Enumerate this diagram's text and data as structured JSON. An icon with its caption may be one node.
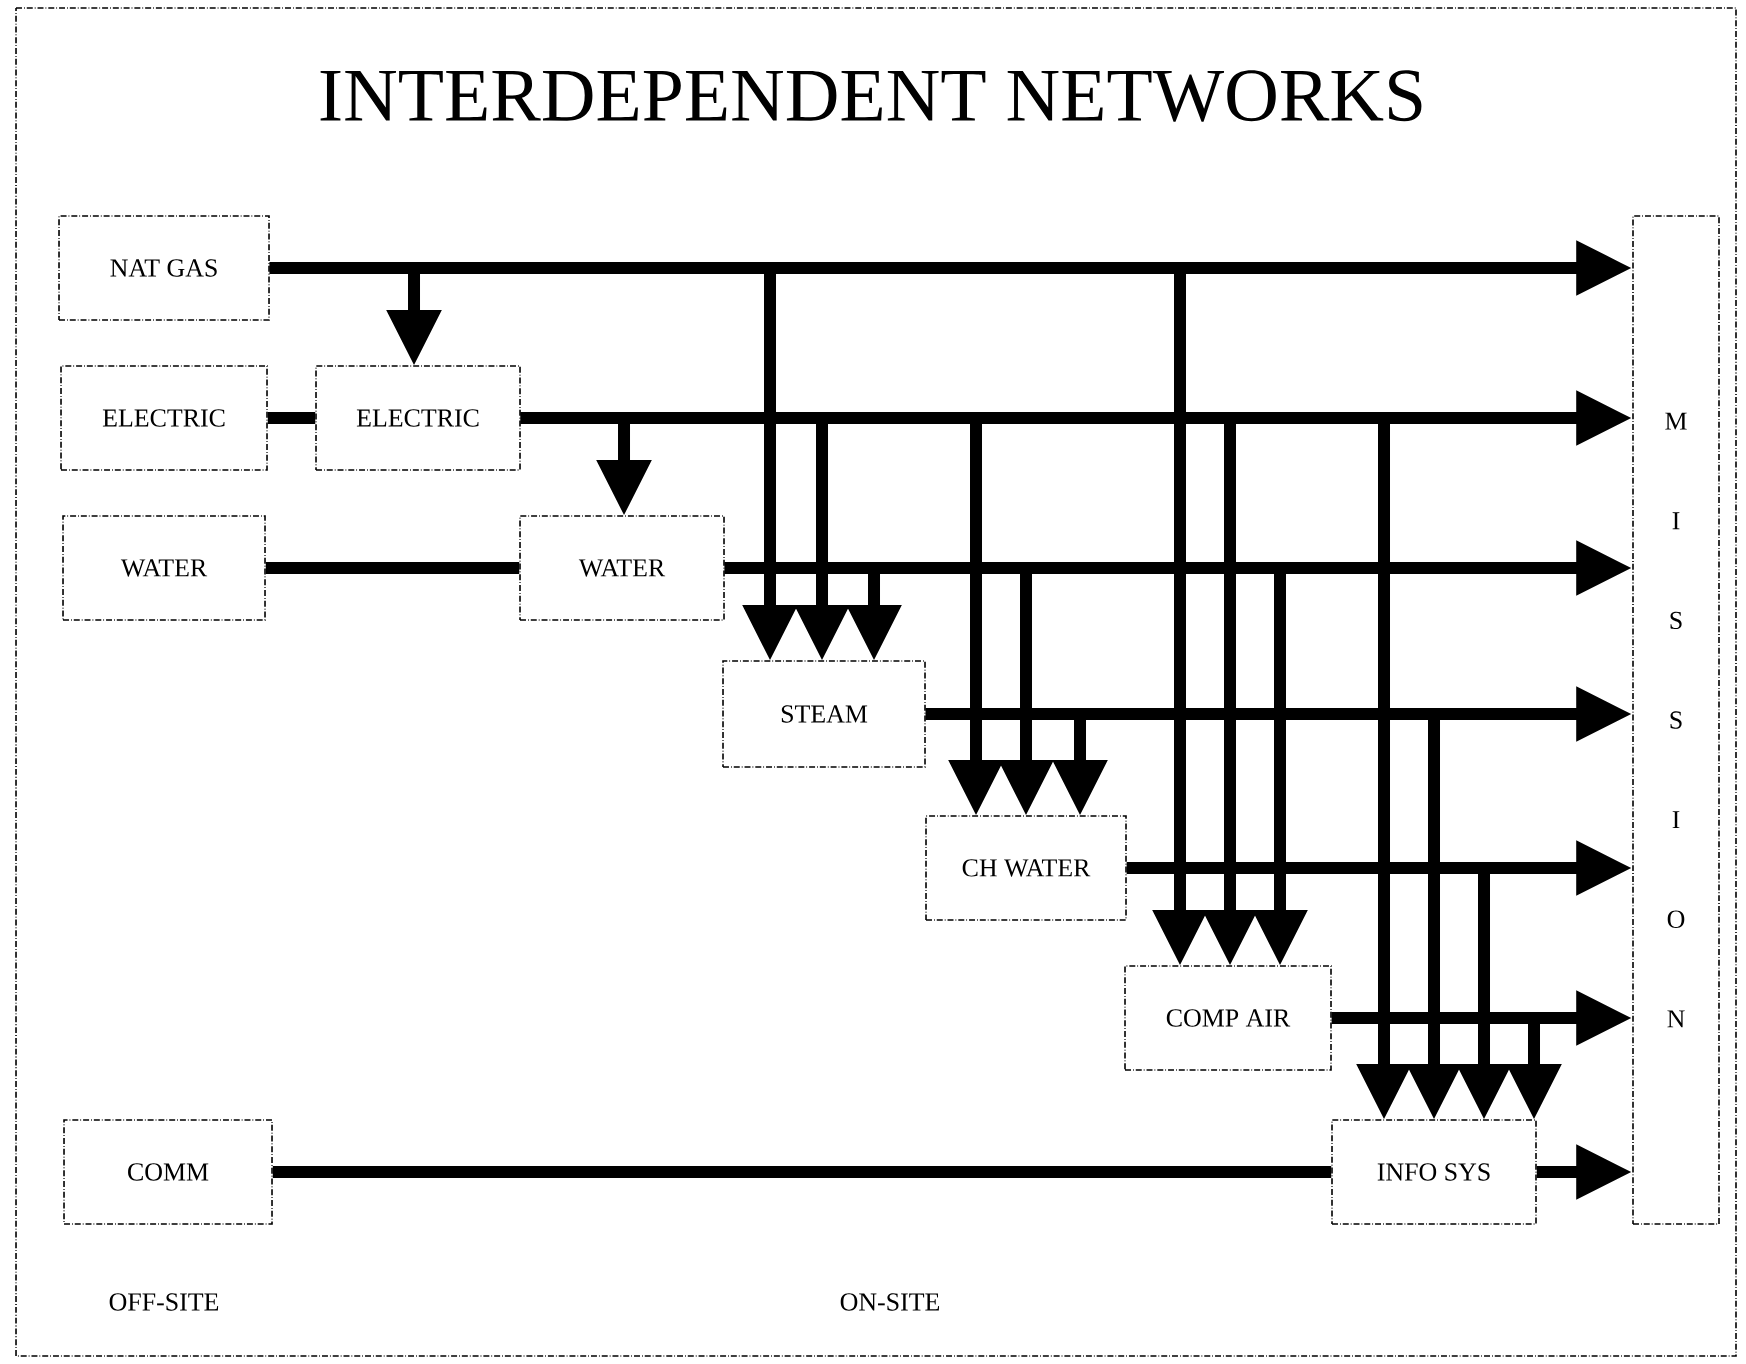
{
  "diagram": {
    "title": "INTERDEPENDENT NETWORKS",
    "nodes": [
      {
        "text": [
          "NAT GAS"
        ]
      },
      {
        "text": [
          "ELECTRIC"
        ]
      },
      {
        "text": [
          "ELECTRIC"
        ]
      },
      {
        "text": [
          "WATER"
        ]
      },
      {
        "text": [
          "WATER"
        ]
      },
      {
        "text": [
          "STEAM"
        ]
      },
      {
        "text": [
          "CH WATER"
        ]
      },
      {
        "text": [
          "COMP AIR"
        ]
      },
      {
        "text": [
          "COMM"
        ]
      },
      {
        "text": [
          "INFO SYS"
        ]
      },
      {
        "text": [
          "M I S S I O N"
        ]
      }
    ],
    "edges": [
      {
        "from": 0,
        "to": 10,
        "arrow": "to"
      },
      {
        "from": 0,
        "to": 2,
        "arrow": "to"
      },
      {
        "from": 0,
        "to": 5,
        "arrow": "to"
      },
      {
        "from": 0,
        "to": 7,
        "arrow": "to"
      },
      {
        "from": 1,
        "to": 2,
        "arrow": "none"
      },
      {
        "from": 2,
        "to": 10,
        "arrow": "to"
      },
      {
        "from": 2,
        "to": 4,
        "arrow": "to"
      },
      {
        "from": 2,
        "to": 5,
        "arrow": "to"
      },
      {
        "from": 2,
        "to": 6,
        "arrow": "to"
      },
      {
        "from": 2,
        "to": 7,
        "arrow": "to"
      },
      {
        "from": 2,
        "to": 9,
        "arrow": "to"
      },
      {
        "from": 3,
        "to": 4,
        "arrow": "none"
      },
      {
        "from": 4,
        "to": 10,
        "arrow": "to"
      },
      {
        "from": 4,
        "to": 5,
        "arrow": "to"
      },
      {
        "from": 4,
        "to": 6,
        "arrow": "to"
      },
      {
        "from": 4,
        "to": 7,
        "arrow": "to"
      },
      {
        "from": 5,
        "to": 10,
        "arrow": "to"
      },
      {
        "from": 5,
        "to": 6,
        "arrow": "to"
      },
      {
        "from": 5,
        "to": 9,
        "arrow": "to"
      },
      {
        "from": 6,
        "to": 10,
        "arrow": "to"
      },
      {
        "from": 6,
        "to": 9,
        "arrow": "to"
      },
      {
        "from": 7,
        "to": 10,
        "arrow": "to"
      },
      {
        "from": 7,
        "to": 9,
        "arrow": "to"
      },
      {
        "from": 8,
        "to": 9,
        "arrow": "none"
      },
      {
        "from": 9,
        "to": 10,
        "arrow": "to"
      }
    ],
    "labels": [
      "OFF-SITE",
      "ON-SITE"
    ]
  }
}
